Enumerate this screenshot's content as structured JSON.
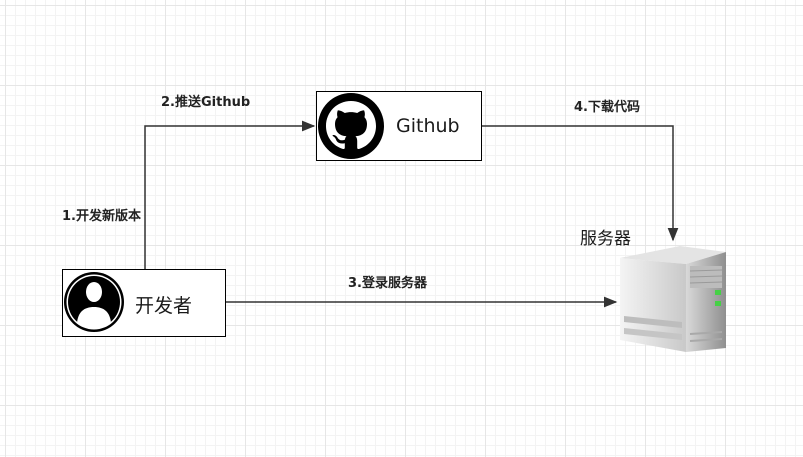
{
  "nodes": {
    "developer": {
      "label": "开发者",
      "icon": "user-avatar-icon"
    },
    "github": {
      "label": "Github",
      "icon": "github-octocat-icon"
    },
    "server": {
      "label": "服务器",
      "icon": "server-icon"
    }
  },
  "edges": {
    "push_github": "2.推送Github",
    "new_version": "1.开发新版本",
    "download_code": "4.下载代码",
    "login_server": "3.登录服务器"
  },
  "colors": {
    "stroke": "#333333",
    "icon_fill": "#000000"
  }
}
